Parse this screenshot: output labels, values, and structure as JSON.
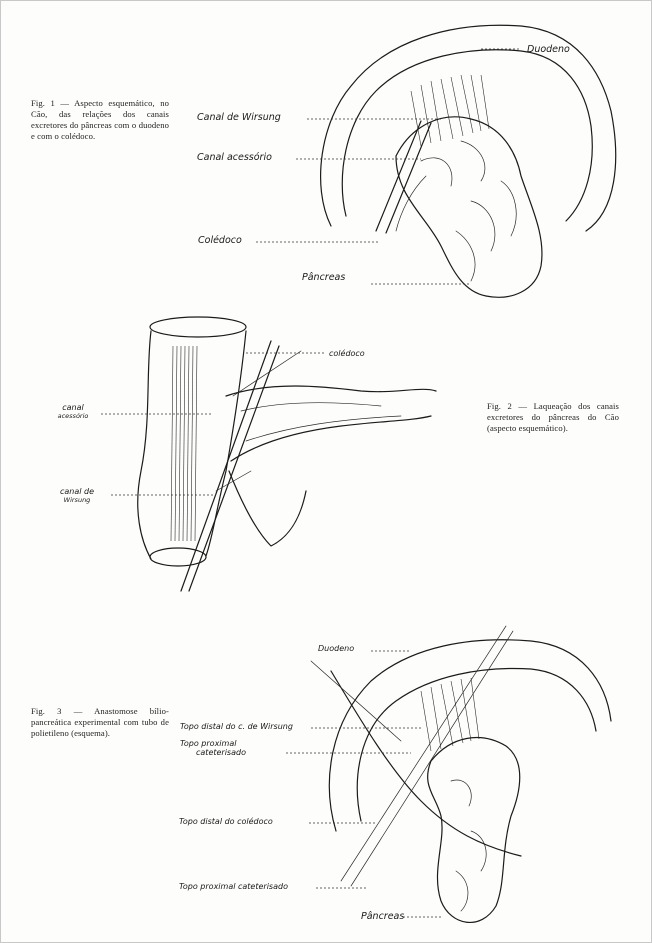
{
  "fig1": {
    "caption": "Fig. 1 — Aspecto esquemático, no Cão, das relações dos canais excretores do pâncreas com o duodeno e com o colédoco.",
    "labels": {
      "duodeno": "Duodeno",
      "wirsung": "Canal de Wirsung",
      "acessorio": "Canal acessório",
      "coledoco": "Colédoco",
      "pancreas": "Pâncreas"
    }
  },
  "fig2": {
    "caption": "Fig. 2 — Laqueação dos canais excretores do pâncreas do Cão (aspecto esquemático).",
    "labels": {
      "coledoco": "colédoco",
      "acessorio_line1": "canal",
      "acessorio_line2": "acessório",
      "wirsung_line1": "canal de",
      "wirsung_line2": "Wirsung"
    }
  },
  "fig3": {
    "caption": "Fig. 3 — Anastomose bílio-pancreática experimental com tubo de polietileno (esquema).",
    "labels": {
      "duodeno": "Duodeno",
      "topo_distal_wirsung": "Topo distal do c. de Wirsung",
      "topo_proximal_line1": "Topo proximal",
      "topo_proximal_line2": "cateterisado",
      "topo_distal_coledoco": "Topo distal do colédoco",
      "topo_proximal_cateterisado": "Topo proximal cateterisado",
      "pancreas": "Pâncreas"
    }
  }
}
